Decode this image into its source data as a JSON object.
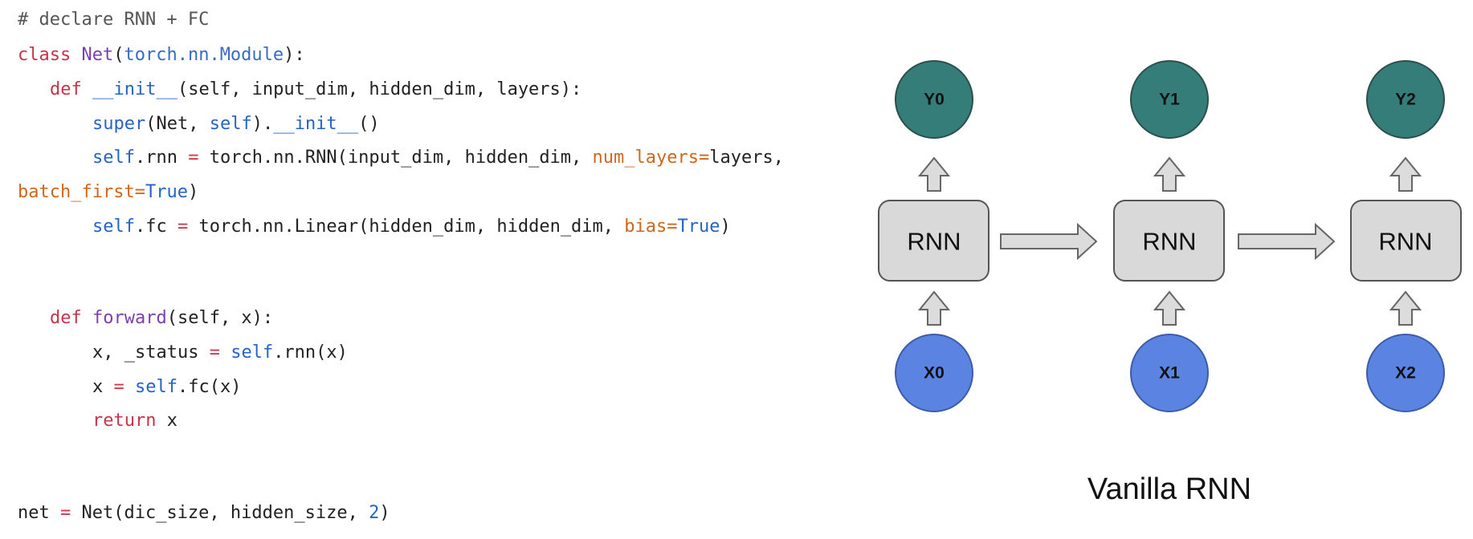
{
  "code": {
    "comment": "# declare RNN + FC",
    "class_kw": "class",
    "class_name": "Net",
    "base_module": "torch.nn.Module",
    "def_kw": "def",
    "init_name": "__init__",
    "init_params": "(self, input_dim, hidden_dim, layers):",
    "super_call": "super",
    "self_kw": "self",
    "init_call": "__init__",
    "rnn_assign_target": ".rnn",
    "rnn_ctor": " torch.nn.RNN(input_dim, hidden_dim, ",
    "num_layers_kw": "num_layers=",
    "num_layers_val": "layers,",
    "batch_first_kw": "batch_first=",
    "true_val": "True",
    "fc_assign_target": ".fc",
    "fc_ctor": " torch.nn.Linear(hidden_dim, hidden_dim, ",
    "bias_kw": "bias=",
    "forward_name": "forward",
    "forward_params": "(self, x):",
    "status_lhs": "x, _status ",
    "rnn_call": ".rnn(x)",
    "x_lhs": "x ",
    "fc_call": ".fc(x)",
    "return_kw": "return",
    "return_val": " x",
    "net_lhs": "net ",
    "net_ctor": " Net(dic_size, hidden_size, ",
    "net_arg": "2"
  },
  "diagram": {
    "outputs": [
      "Y0",
      "Y1",
      "Y2"
    ],
    "cells": [
      "RNN",
      "RNN",
      "RNN"
    ],
    "inputs": [
      "X0",
      "X1",
      "X2"
    ],
    "caption": "Vanilla RNN",
    "colors": {
      "output_node": "#357d79",
      "input_node": "#5b84e2",
      "cell_fill": "#d9d9d9",
      "cell_stroke": "#555555",
      "arrow_fill": "#dcdcdc",
      "arrow_stroke": "#666666"
    }
  }
}
